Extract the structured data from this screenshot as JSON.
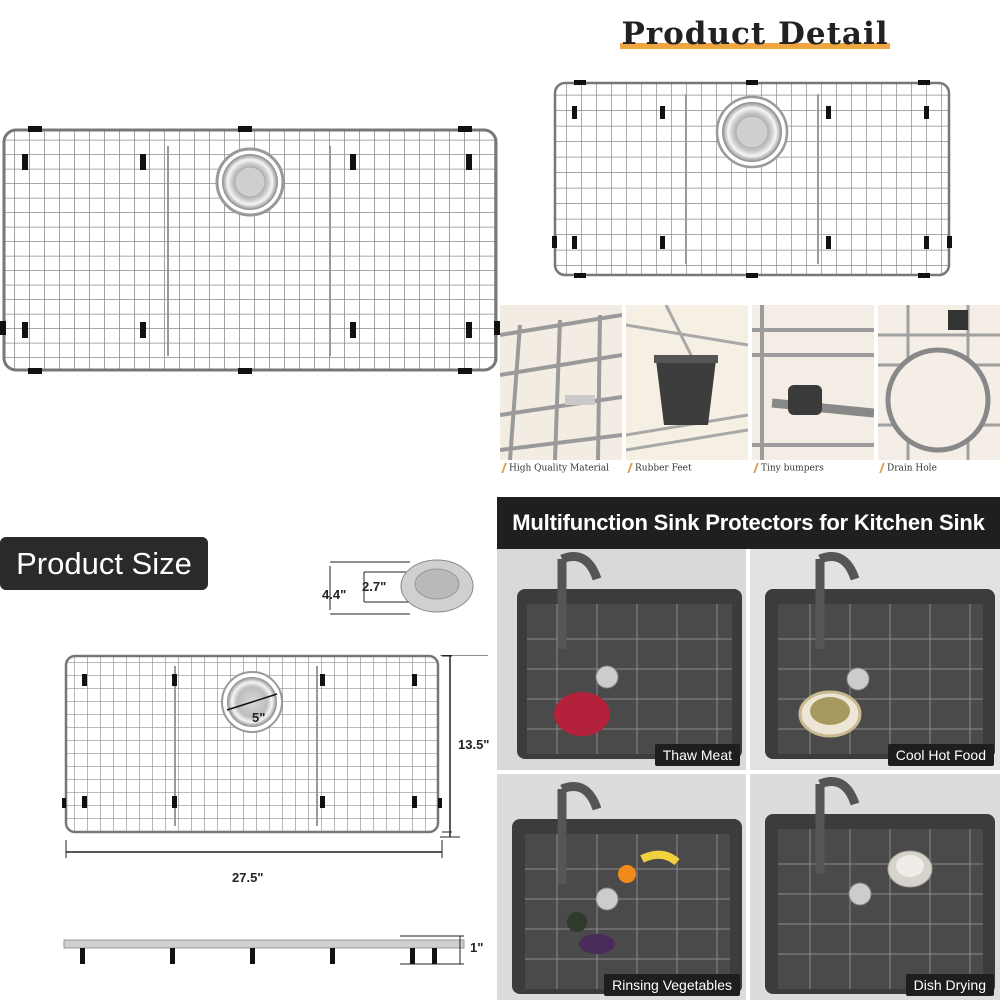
{
  "header": {
    "title": "Product Detail"
  },
  "features": [
    {
      "caption": "High Quality Material"
    },
    {
      "caption": "Rubber Feet"
    },
    {
      "caption": "Tiny bumpers"
    },
    {
      "caption": "Drain Hole"
    }
  ],
  "size": {
    "label": "Product Size",
    "dims": {
      "outer_drain": "4.4\"",
      "inner_drain": "2.7\"",
      "drain_diameter": "5\"",
      "height": "13.5\"",
      "width": "27.5\"",
      "thickness": "1\""
    }
  },
  "uses": {
    "banner": "Multifunction Sink Protectors for Kitchen Sink",
    "panels": [
      {
        "label": "Thaw Meat"
      },
      {
        "label": "Cool Hot Food"
      },
      {
        "label": "Rinsing Vegetables"
      },
      {
        "label": "Dish Drying"
      }
    ]
  },
  "colors": {
    "accent": "#f0a640",
    "dark": "#1f1f1f"
  }
}
